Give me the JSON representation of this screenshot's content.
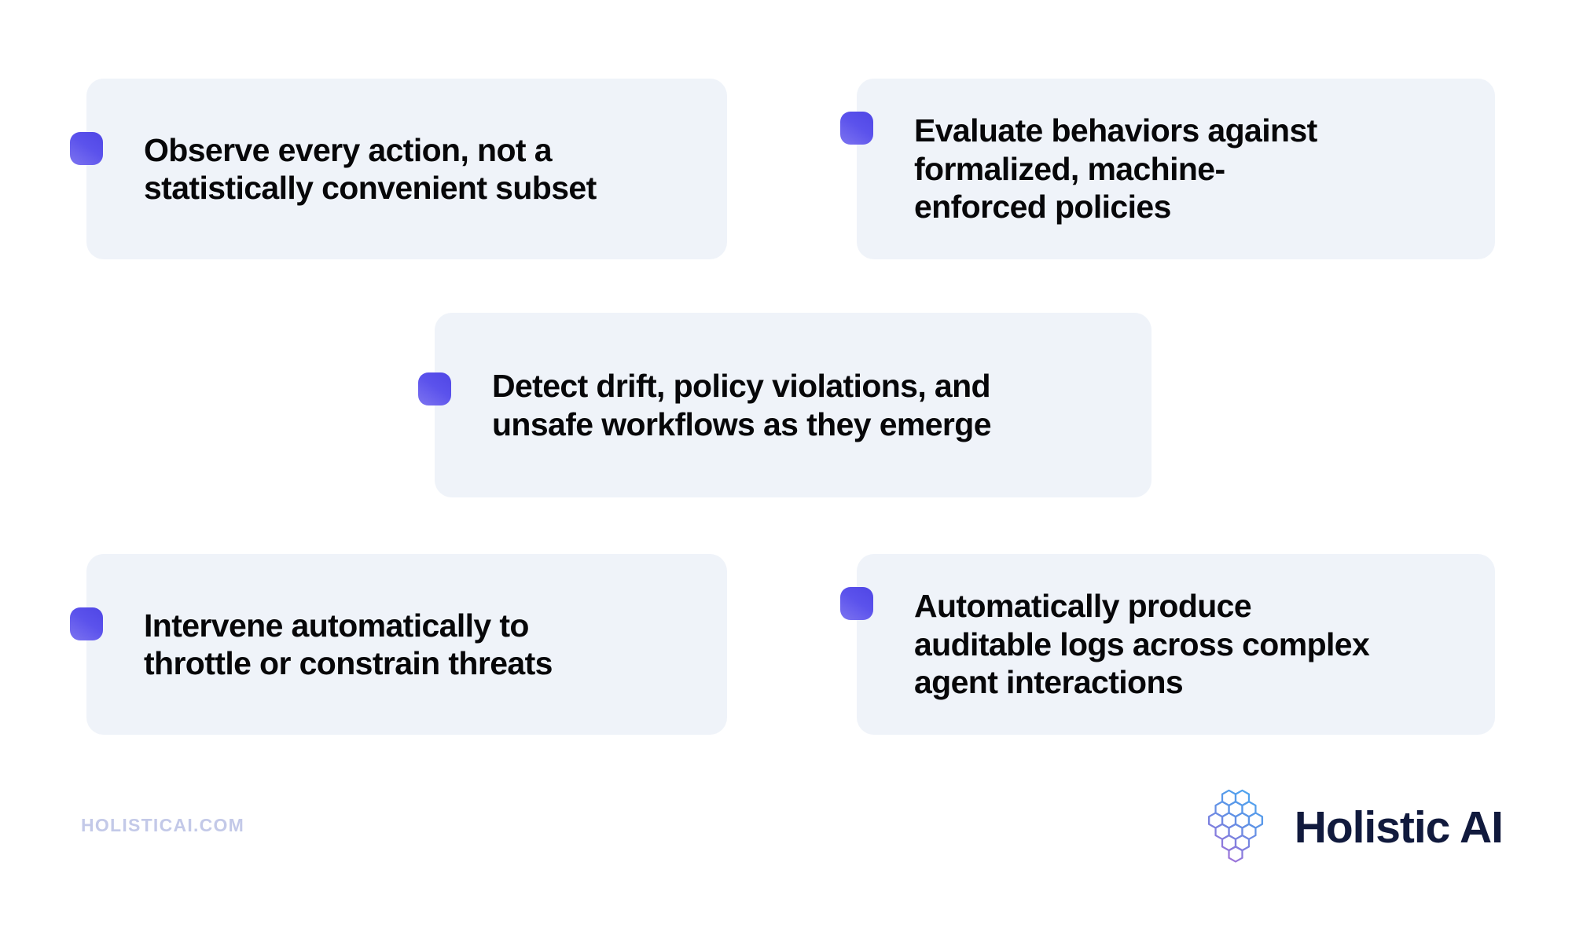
{
  "page": {
    "background_color": "#ffffff",
    "card_background_color": "#eff3f9",
    "bullet_color": "#4f46e5",
    "text_color": "#070709"
  },
  "cards": [
    {
      "id": "observe",
      "bullet_icon": "square-bullet-icon",
      "text": "Observe every action, not a\nstatistically convenient subset"
    },
    {
      "id": "evaluate",
      "bullet_icon": "square-bullet-icon",
      "text": "Evaluate behaviors against\nformalized, machine-\nenforced policies"
    },
    {
      "id": "detect",
      "bullet_icon": "square-bullet-icon",
      "text": "Detect drift, policy violations, and\nunsafe workflows as they emerge"
    },
    {
      "id": "intervene",
      "bullet_icon": "square-bullet-icon",
      "text": "Intervene automatically to\nthrottle or constrain threats"
    },
    {
      "id": "logs",
      "bullet_icon": "square-bullet-icon",
      "text": "Automatically produce\nauditable logs across complex\nagent interactions"
    }
  ],
  "footer": {
    "url": "HOLISTICAI.COM",
    "url_color": "#c3c9e8",
    "brand_name": "Holistic AI",
    "brand_name_color": "#111a3d",
    "brand_mark_icon": "hexagon-lattice-logo-icon",
    "brand_mark_gradient_start": "#4aa8f0",
    "brand_mark_gradient_end": "#b66fd6"
  }
}
